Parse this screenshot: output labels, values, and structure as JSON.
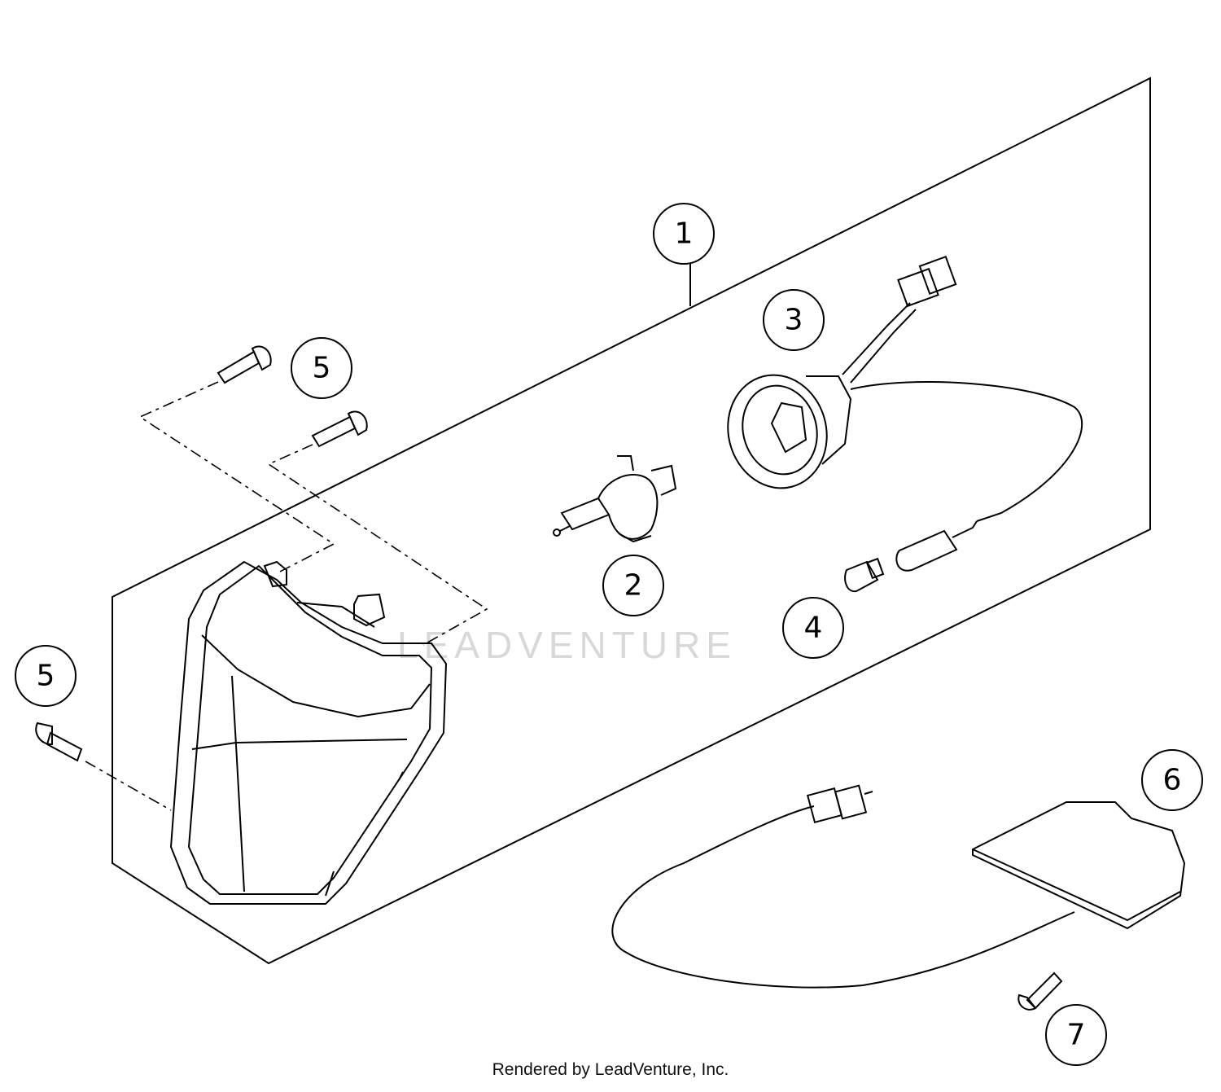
{
  "callouts": [
    {
      "id": "c1",
      "label": "1"
    },
    {
      "id": "c2",
      "label": "2"
    },
    {
      "id": "c3",
      "label": "3"
    },
    {
      "id": "c4",
      "label": "4"
    },
    {
      "id": "c5a",
      "label": "5"
    },
    {
      "id": "c5b",
      "label": "5"
    },
    {
      "id": "c6",
      "label": "6"
    },
    {
      "id": "c7",
      "label": "7"
    }
  ],
  "watermark": "LEADVENTURE",
  "footer": "Rendered by LeadVenture, Inc."
}
